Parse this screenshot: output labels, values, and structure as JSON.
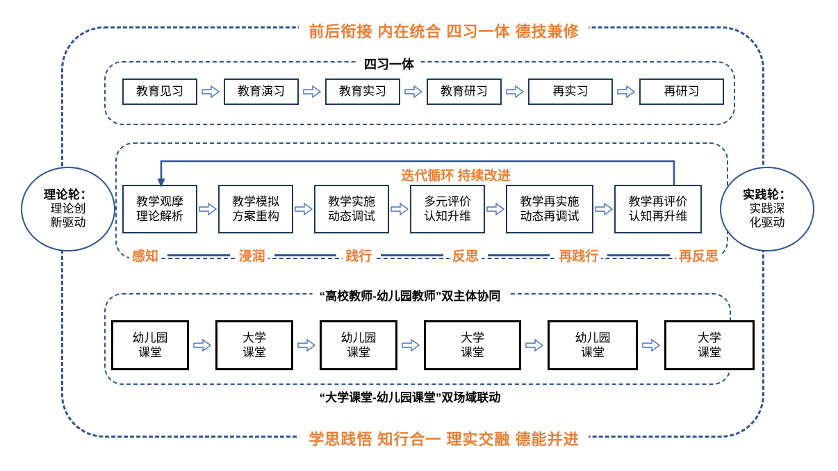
{
  "banners": {
    "top": "前后衔接  内在统合  四习一体  德技兼修",
    "bottom": "学思践悟  知行合一  理实交融  德能并进"
  },
  "wheels": {
    "left": {
      "title": "理论轮：",
      "line1": "理论创",
      "line2": "新驱动"
    },
    "right": {
      "title": "实践轮：",
      "line1": "实践深",
      "line2": "化驱动"
    }
  },
  "sections": {
    "top": {
      "label": "四习一体"
    },
    "middle": {
      "loop_caption": "迭代循环  持续改进"
    },
    "bottom": {
      "label_top": "“高校教师-幼儿园教师”双主体协同",
      "label_bottom": "“大学课堂-幼儿园课堂”双场域联动"
    }
  },
  "rows": {
    "top": [
      {
        "line1": "教育见习",
        "width": 108
      },
      {
        "line1": "教育演习",
        "width": 108
      },
      {
        "line1": "教育实习",
        "width": 108
      },
      {
        "line1": "教育研习",
        "width": 108
      },
      {
        "line1": "再实习",
        "width": 122
      },
      {
        "line1": "再研习",
        "width": 122
      }
    ],
    "middle": [
      {
        "line1": "教学观摩",
        "line2": "理论解析",
        "width": 108
      },
      {
        "line1": "教学模拟",
        "line2": "方案重构",
        "width": 108
      },
      {
        "line1": "教学实施",
        "line2": "动态调试",
        "width": 108
      },
      {
        "line1": "多元评价",
        "line2": "认知升维",
        "width": 108
      },
      {
        "line1": "教学再实施",
        "line2": "动态再调试",
        "width": 126
      },
      {
        "line1": "教学再评价",
        "line2": "认知再升维",
        "width": 126
      }
    ],
    "bottom": [
      {
        "line1": "幼儿园",
        "line2": "课堂",
        "width": 112
      },
      {
        "line1": "大学",
        "line2": "课堂",
        "width": 112
      },
      {
        "line1": "幼儿园",
        "line2": "课堂",
        "width": 112
      },
      {
        "line1": "大学",
        "line2": "课堂",
        "width": 140
      },
      {
        "line1": "幼儿园",
        "line2": "课堂",
        "width": 130
      },
      {
        "line1": "大学",
        "line2": "课堂",
        "width": 130
      }
    ]
  },
  "stages": [
    "感知",
    "浸润",
    "践行",
    "反思",
    "再践行",
    "再反思"
  ],
  "colors": {
    "accent_orange": "#ED7D31",
    "frame_blue": "#2F5496",
    "box_blue": "#1F3864",
    "box_black": "#000000",
    "background": "#FFFFFF"
  }
}
